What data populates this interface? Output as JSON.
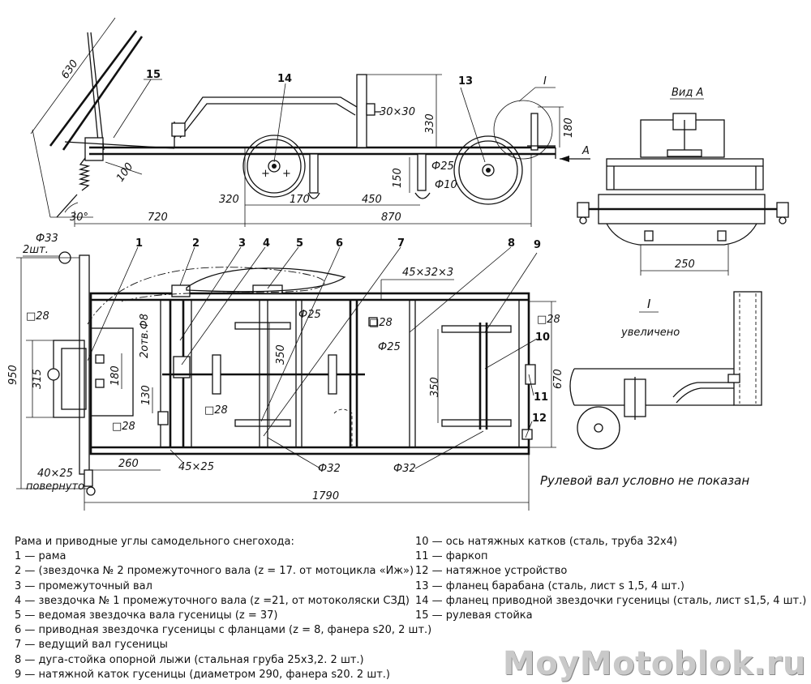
{
  "labels": {
    "side": {
      "dim_630": "630",
      "dim_100": "100",
      "dim_30deg": "30°",
      "dim_720": "720",
      "dim_320": "320",
      "dim_170": "170",
      "dim_450": "450",
      "dim_870": "870",
      "dim_330": "330",
      "dim_150": "150",
      "dim_180": "180",
      "dim_30x30": "30×30",
      "dim_phi25": "Ф25",
      "dim_phi10": "Ф10",
      "callout_15": "15",
      "callout_14": "14",
      "callout_13": "13",
      "callout_I": "I",
      "arrow_A": "A"
    },
    "view_a": {
      "title": "Вид A",
      "dim_250": "250"
    },
    "detail": {
      "title": "I",
      "subtitle": "увеличено"
    },
    "plan": {
      "callouts": [
        "1",
        "2",
        "3",
        "4",
        "5",
        "6",
        "7",
        "8",
        "9",
        "10",
        "11",
        "12"
      ],
      "dim_phi33": "Ф33",
      "dim_2sht": "2шт.",
      "dim_950": "950",
      "dim_315": "315",
      "dim_180": "180",
      "dim_130": "130",
      "dim_2otv": "2отв.Ф8",
      "sq28_a": "□28",
      "sq28_b": "□28",
      "sq28_c": "□28",
      "sq28_d": "□28",
      "sq28_e": "□28",
      "dim_phi25_a": "Ф25",
      "dim_phi25_b": "Ф25",
      "dim_350_a": "350",
      "dim_350_b": "350",
      "dim_670": "670",
      "dim_45x32x3": "45×32×3",
      "dim_40x25": "40×25",
      "dim_povernuto": "повернуто",
      "dim_260": "260",
      "dim_45x25": "45×25",
      "dim_phi32_a": "Ф32",
      "dim_phi32_b": "Ф32",
      "dim_1790": "1790"
    },
    "note": "Рулевой  вал условно не показан"
  },
  "legend": {
    "caption": "Рама и приводные углы самодельного снегохода:",
    "items_left": [
      "1 — рама",
      "2 — (звездочка № 2 промежуточного вала (z = 17. от мотоцикла «Иж»)",
      "3 — промежуточный вал",
      "4 — звездочка № 1 промежуточного вала (z =21, от мотоколяски СЗД)",
      "5 — ведомая звездочка вала гусеницы (z = 37)",
      "6 — приводная звездочка гусеницы с фланцами (z = 8, фанера s20, 2 шт.)",
      "7 — ведущий вал гусеницы",
      "8 — дуга-стойка опорной лыжи (стальная груба 25х3,2. 2 шт.)",
      "9 — натяжной каток гусеницы (диаметром 290, фанера s20. 2 шт.)"
    ],
    "items_right": [
      "10 — ось натяжных катков (сталь, труба 32х4)",
      "11 — фаркоп",
      "12 — натяжное устройство",
      "13 — фланец барабана (сталь, лист s 1,5, 4 шт.)",
      "14 — фланец приводной звездочки гусеницы (сталь, лист s1,5, 4 шт.)",
      "15 — рулевая стойка"
    ]
  },
  "watermark": "MoyMotoblok.ru"
}
